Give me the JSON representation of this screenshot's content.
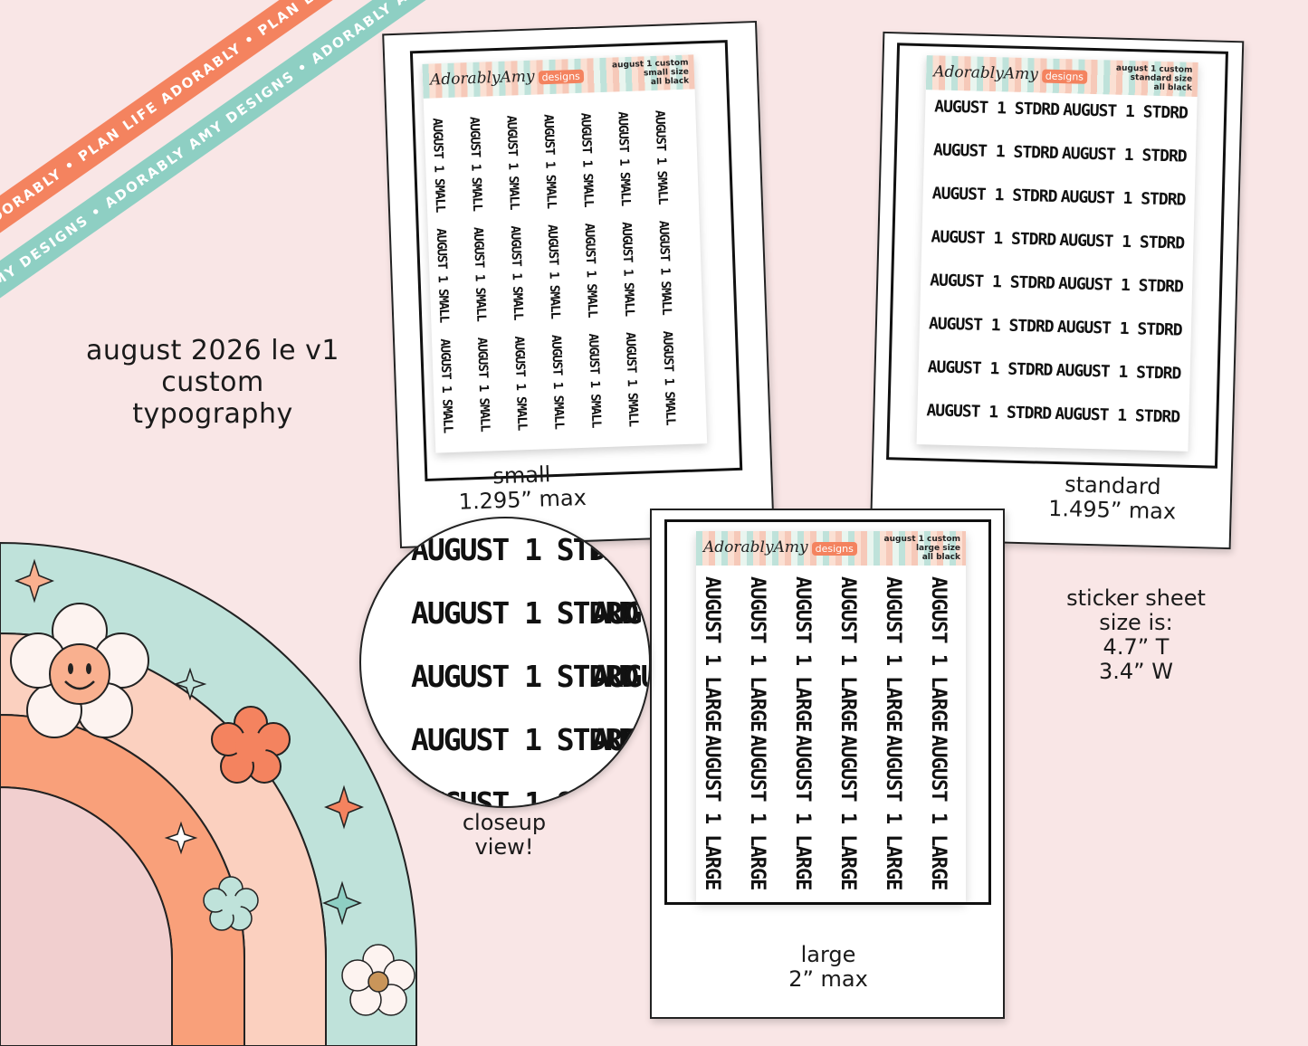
{
  "banners": {
    "orange": "PLAN LIFE ADORABLY • PLAN LIFE ADORABLY • PLAN LIFE ADORABLY • PLAN LIFE ADORABLY",
    "teal": "ADORABLY AMY DESIGNS • ADORABLY AMY DESIGNS • ADORABLY AMY DESIGNS • ADORABLY AMY DESIGNS"
  },
  "title": {
    "line1": "august 2026 le v1",
    "line2": "custom",
    "line3": "typography"
  },
  "brand": {
    "name": "AdorablyAmy",
    "suffix": "designs"
  },
  "sheets": {
    "small": {
      "info_line1": "august 1 custom",
      "info_line2": "small size",
      "info_line3": "all black",
      "sticker_text": "AUGUST 1 SMALL",
      "caption_line1": "small",
      "caption_line2": "1.295” max"
    },
    "standard": {
      "info_line1": "august 1 custom",
      "info_line2": "standard size",
      "info_line3": "all black",
      "sticker_text": "AUGUST 1 STDRD",
      "caption_line1": "standard",
      "caption_line2": "1.495” max"
    },
    "large": {
      "info_line1": "august 1 custom",
      "info_line2": "large size",
      "info_line3": "all black",
      "sticker_text": "AUGUST 1 LARGE",
      "caption_line1": "large",
      "caption_line2": "2” max"
    }
  },
  "closeup": {
    "sticker_text": "AUGUST 1 STDRD",
    "caption_line1": "closeup",
    "caption_line2": "view!"
  },
  "sheet_size": {
    "line1": "sticker sheet",
    "line2": "size is:",
    "line3": "4.7” T",
    "line4": "3.4” W"
  },
  "colors": {
    "background": "#f9e6e6",
    "orange": "#f4835f",
    "teal": "#8ecfc3",
    "peach": "#f9b08f",
    "pink": "#f1cfcf"
  }
}
